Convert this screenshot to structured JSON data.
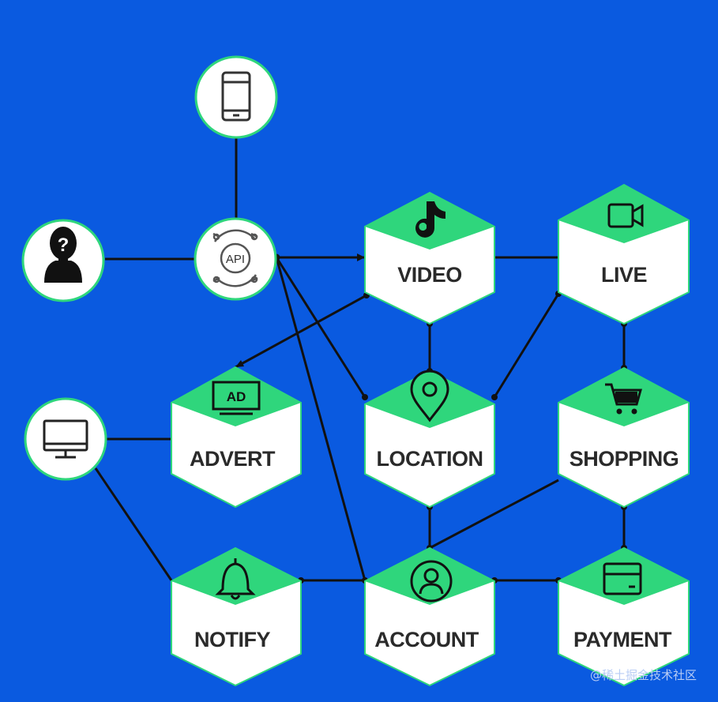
{
  "colors": {
    "background": "#0a5ae0",
    "hex_top": "#2fd67c",
    "hex_body": "#ffffff",
    "connector": "#111111",
    "icon_stroke": "#222222"
  },
  "circle_nodes": [
    {
      "id": "phone",
      "icon": "smartphone-icon"
    },
    {
      "id": "user",
      "icon": "user-question-icon"
    },
    {
      "id": "api",
      "icon": "api-icon",
      "label": "API"
    },
    {
      "id": "monitor",
      "icon": "desktop-monitor-icon"
    }
  ],
  "hex_nodes": [
    {
      "id": "video",
      "label": "VIDEO",
      "icon": "tiktok-note-icon"
    },
    {
      "id": "live",
      "label": "LIVE",
      "icon": "video-camera-icon"
    },
    {
      "id": "advert",
      "label": "ADVERT",
      "icon": "ad-billboard-icon",
      "icon_text": "AD"
    },
    {
      "id": "location",
      "label": "LOCATION",
      "icon": "map-pin-icon"
    },
    {
      "id": "shopping",
      "label": "SHOPPING",
      "icon": "shopping-cart-icon"
    },
    {
      "id": "notify",
      "label": "NOTIFY",
      "icon": "bell-icon"
    },
    {
      "id": "account",
      "label": "ACCOUNT",
      "icon": "user-account-icon"
    },
    {
      "id": "payment",
      "label": "PAYMENT",
      "icon": "credit-card-icon"
    }
  ],
  "connections": [
    {
      "from": "phone",
      "to": "api"
    },
    {
      "from": "user",
      "to": "api"
    },
    {
      "from": "api",
      "to": "video"
    },
    {
      "from": "api",
      "to": "location"
    },
    {
      "from": "api",
      "to": "account"
    },
    {
      "from": "video",
      "to": "live"
    },
    {
      "from": "video",
      "to": "advert"
    },
    {
      "from": "video",
      "to": "location"
    },
    {
      "from": "live",
      "to": "location"
    },
    {
      "from": "live",
      "to": "shopping"
    },
    {
      "from": "monitor",
      "to": "advert"
    },
    {
      "from": "monitor",
      "to": "notify"
    },
    {
      "from": "location",
      "to": "account"
    },
    {
      "from": "shopping",
      "to": "account"
    },
    {
      "from": "shopping",
      "to": "payment"
    },
    {
      "from": "notify",
      "to": "account"
    },
    {
      "from": "account",
      "to": "payment"
    }
  ],
  "watermark": "@稀土掘金技术社区"
}
